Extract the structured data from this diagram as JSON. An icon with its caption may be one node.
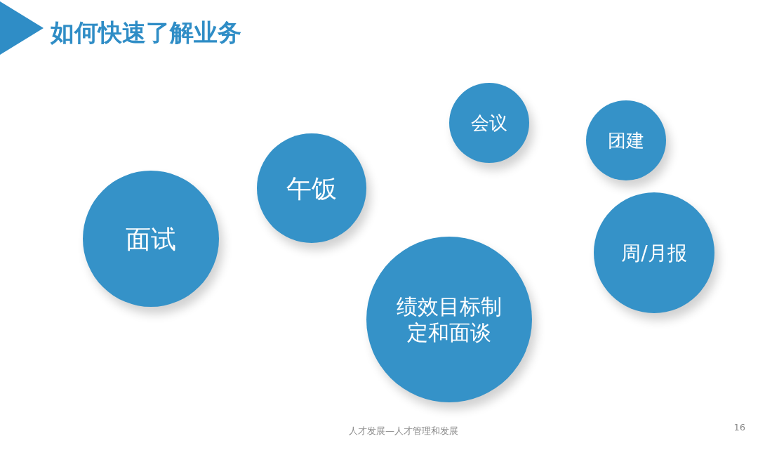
{
  "diagram": {
    "title": "如何快速了解业务",
    "nodes": [
      {
        "text": [
          "会议"
        ]
      },
      {
        "text": [
          "团建"
        ]
      },
      {
        "text": [
          "午饭"
        ]
      },
      {
        "text": [
          "面试"
        ]
      },
      {
        "text": [
          "周/月报"
        ]
      },
      {
        "text": [
          "绩效目标制定和面谈"
        ]
      }
    ],
    "labels": [
      "人才发展—人才管理和发展",
      "16"
    ]
  }
}
